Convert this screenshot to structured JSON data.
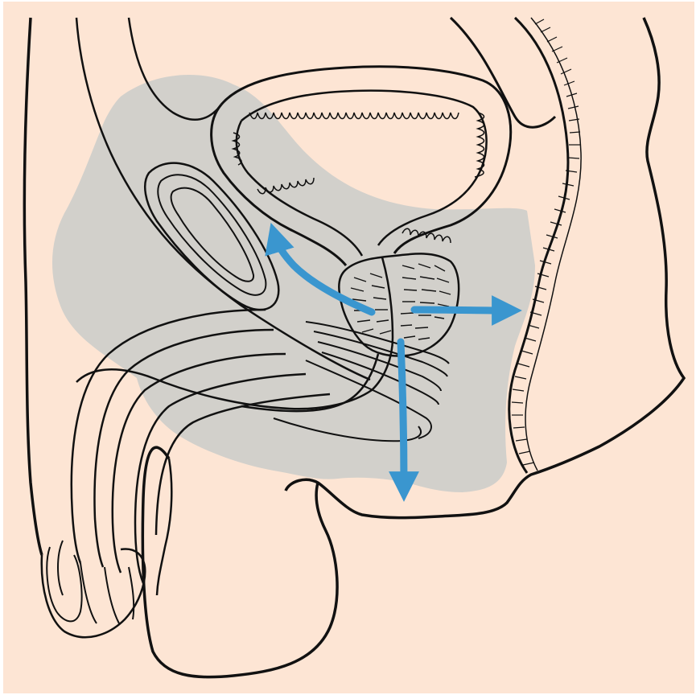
{
  "colors": {
    "background": "#fde5d4",
    "pelvic_region": "#d2d0cb",
    "outline": "#111111",
    "arrow": "#3a96cf"
  },
  "figure": {
    "kind": "sagittal-anatomy-illustration",
    "structures": [
      "pelvic-region",
      "bladder",
      "prostate",
      "rectum",
      "seminal-vesicle",
      "urethra",
      "penis",
      "testis",
      "scrotum"
    ],
    "arrows": [
      "anterior-superior-arrow",
      "posterior-arrow",
      "inferior-arrow"
    ]
  }
}
